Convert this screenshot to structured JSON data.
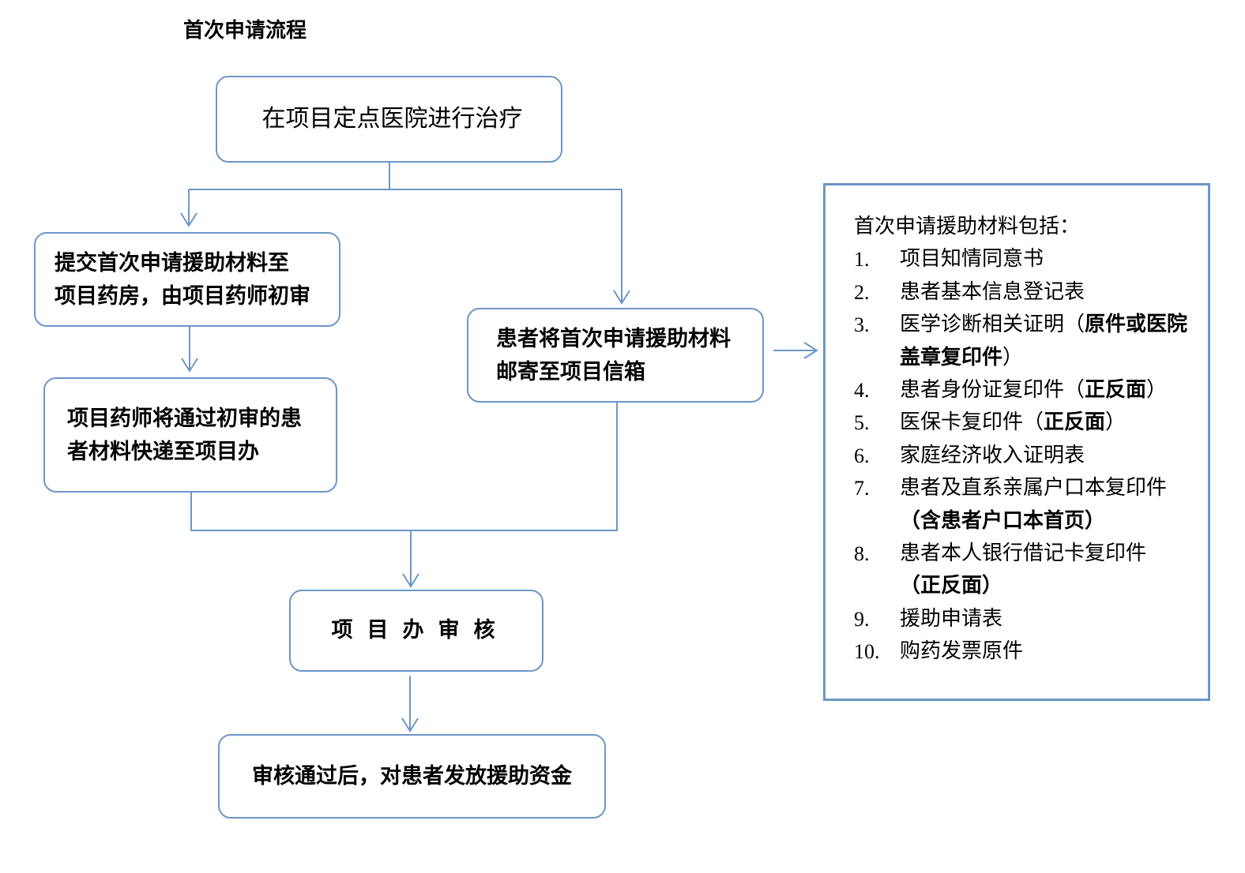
{
  "title": "首次申请流程",
  "nodes": {
    "n1": "在项目定点医院进行治疗",
    "n2_line1": "提交首次申请援助材料至",
    "n2_line2": "项目药房，由项目药师初审",
    "n3_line1": "患者将首次申请援助材料",
    "n3_line2": "邮寄至项目信箱",
    "n4_line1": "项目药师将通过初审的患",
    "n4_line2": "者材料快递至项目办",
    "n5": "项目办审核",
    "n6": "审核通过后，对患者发放援助资金"
  },
  "materials": {
    "heading": "首次申请援助材料包括：",
    "items": [
      {
        "num": "1.",
        "text": "项目知情同意书",
        "bold": ""
      },
      {
        "num": "2.",
        "text": "患者基本信息登记表",
        "bold": ""
      },
      {
        "num": "3.",
        "text": "医学诊断相关证明（",
        "bold": "原件或医院盖章复印件",
        "tail": "）"
      },
      {
        "num": "4.",
        "text": "患者身份证复印件（",
        "bold": "正反面",
        "tail": "）"
      },
      {
        "num": "5.",
        "text": "医保卡复印件（",
        "bold": "正反面",
        "tail": "）"
      },
      {
        "num": "6.",
        "text": "家庭经济收入证明表",
        "bold": ""
      },
      {
        "num": "7.",
        "text": "患者及直系亲属户口本复印件",
        "bold": "（含患者户口本首页）"
      },
      {
        "num": "8.",
        "text": "患者本人银行借记卡复印件",
        "bold": "（正反面）"
      },
      {
        "num": "9.",
        "text": "援助申请表",
        "bold": ""
      },
      {
        "num": "10.",
        "text": "购药发票原件",
        "bold": ""
      }
    ]
  }
}
